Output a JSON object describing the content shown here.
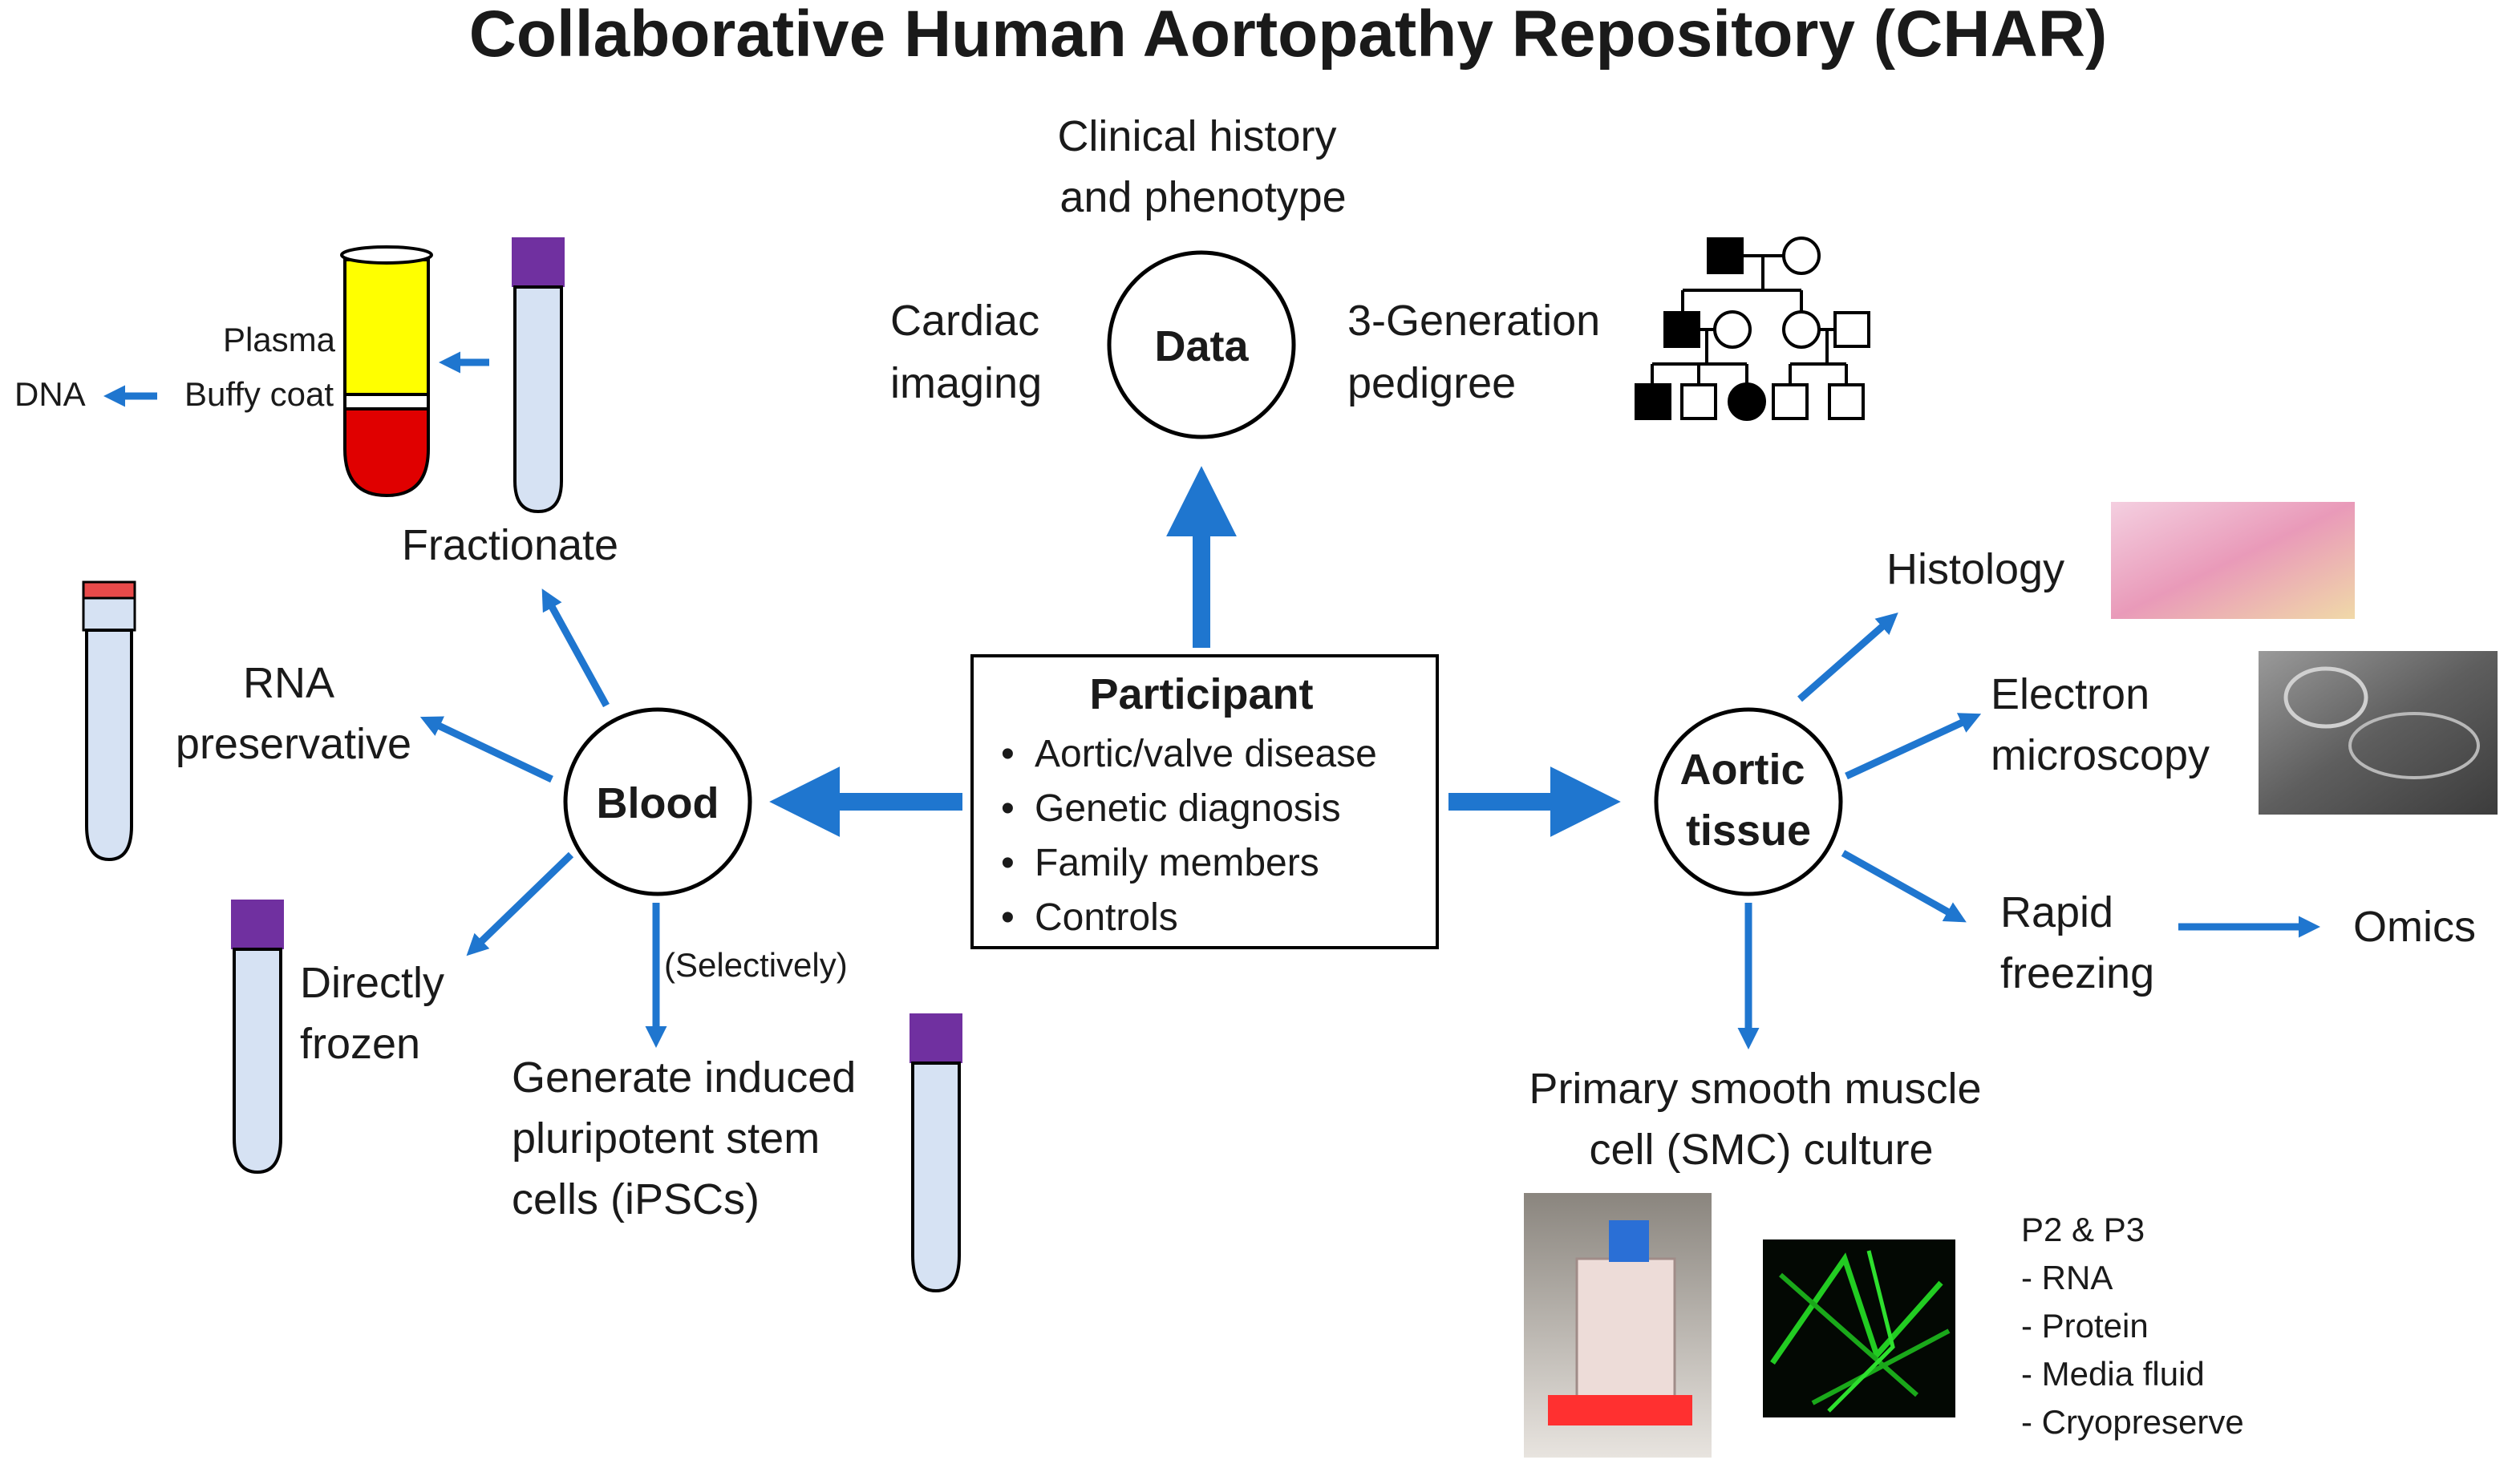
{
  "title": "Collaborative Human Aortopathy Repository (CHAR)",
  "participant": {
    "title": "Participant",
    "items": [
      "Aortic/valve disease",
      "Genetic diagnosis",
      "Family members",
      "Controls"
    ]
  },
  "nodes": {
    "data": "Data",
    "blood": "Blood",
    "aortic_tissue": [
      "Aortic",
      "tissue"
    ]
  },
  "data_branch": {
    "clinical": [
      "Clinical history",
      "and phenotype"
    ],
    "imaging": [
      "Cardiac",
      "imaging"
    ],
    "pedigree": [
      "3-Generation",
      "pedigree"
    ]
  },
  "blood_branch": {
    "fractionate": "Fractionate",
    "plasma": "Plasma",
    "buffy_coat": "Buffy coat",
    "dna": "DNA",
    "rna": [
      "RNA",
      "preservative"
    ],
    "frozen": [
      "Directly",
      "frozen"
    ],
    "selectively": "(Selectively)",
    "ipsc": [
      "Generate induced",
      "pluripotent stem",
      "cells (iPSCs)"
    ]
  },
  "tissue_branch": {
    "histology": "Histology",
    "em": [
      "Electron",
      "microscopy"
    ],
    "rapid": [
      "Rapid",
      "freezing"
    ],
    "omics": "Omics",
    "smc": [
      "Primary smooth muscle",
      "cell (SMC) culture"
    ],
    "smc_list": [
      "P2 & P3",
      "- RNA",
      "- Protein",
      "- Media fluid",
      "- Cryopreserve"
    ]
  },
  "colors": {
    "arrow": "#1f76cf",
    "tube_cap": "#7030a0",
    "tube_body": "#d6e2f3",
    "plasma": "#ffff00",
    "red_cells": "#e00000",
    "gfp": "#22cc22"
  }
}
